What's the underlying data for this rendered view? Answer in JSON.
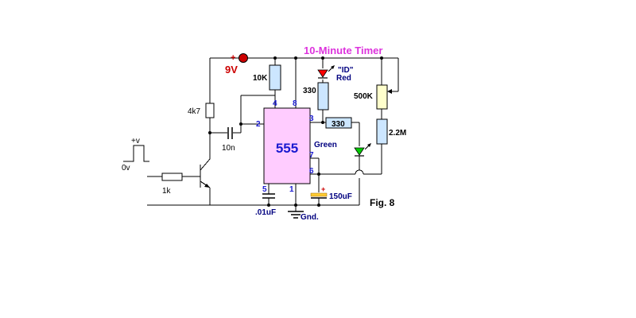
{
  "title": "10-Minute Timer",
  "figure": "Fig. 8",
  "supply": "9V",
  "plus_sign": "+",
  "chip": {
    "name": "555",
    "pins": {
      "p4": "4",
      "p8": "8",
      "p2": "2",
      "p3": "3",
      "p7": "7",
      "p6": "6",
      "p5": "5",
      "p1": "1"
    }
  },
  "components": {
    "r_10k": "10K",
    "r_4k7": "4k7",
    "c_10n": "10n",
    "r_1k": "1k",
    "r_330_red": "330",
    "r_330_series": "330",
    "pot_500k": "500K",
    "r_2m2": "2.2M",
    "led_id_label": "\"ID\"",
    "led_red_label": "Red",
    "led_green_label": "Green",
    "c_150uf": "150uF",
    "c_01uf": ".01uF",
    "gnd": "Gnd.",
    "pulse_high": "+v",
    "pulse_low": "0v"
  },
  "colors": {
    "chip_fill": "#ffccff",
    "resistor_fill": "#cce6ff",
    "pot_fill": "#ffffcc",
    "supply_dot": "#cc0000",
    "led_red": "#ff0000",
    "led_green": "#00cc00",
    "cap_body": "#ffcc33"
  }
}
